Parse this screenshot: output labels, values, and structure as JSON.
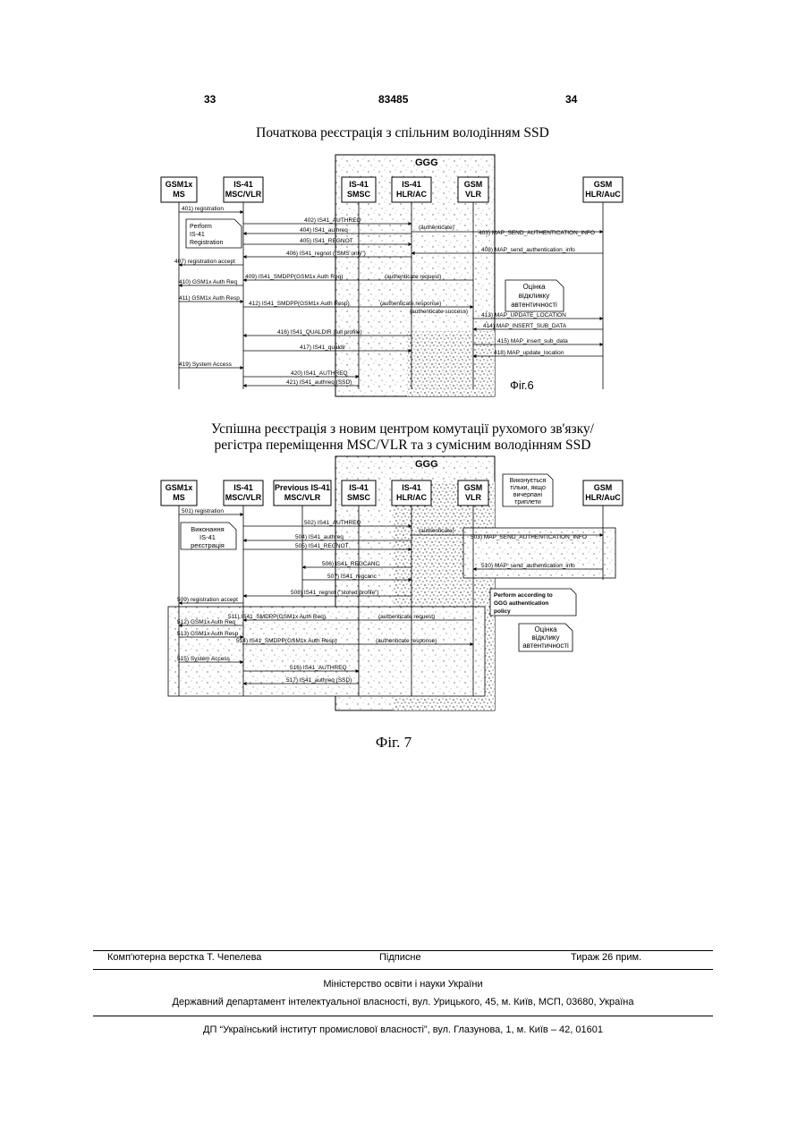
{
  "header": {
    "page_left": "33",
    "patent_number": "83485",
    "page_right": "34"
  },
  "fig6": {
    "title": "Початкова реєстрація з спільним володінням SSD",
    "group": "GGG",
    "entities": [
      {
        "l1": "GSM1x",
        "l2": "MS"
      },
      {
        "l1": "IS-41",
        "l2": "MSC/VLR"
      },
      {
        "l1": "IS-41",
        "l2": "SMSC"
      },
      {
        "l1": "IS-41",
        "l2": "HLR/AC"
      },
      {
        "l1": "GSM",
        "l2": "VLR"
      },
      {
        "l1": "GSM",
        "l2": "HLR/AuC"
      }
    ],
    "note_perform": [
      "Perform",
      "IS-41",
      "Registration"
    ],
    "note_assess": [
      "Оцінка",
      "відкликку",
      "автентичності"
    ],
    "messages": [
      "401) registration",
      "402) IS41_AUTHREQ",
      "(authenticate)",
      "403) MAP_SEND_AUTHENTICATION_INFO",
      "404) IS41_authreq",
      "405) IS41_REGNOT",
      "408) MAP_send_authentication_info",
      "406) IS41_regnot (\"SMS only\")",
      "407) registration accept",
      "409) IS41_SMDPP(GSM1x Auth Req)",
      "(authenticate request)",
      "410) GSM1x Auth Req",
      "411) GSM1x Auth Resp",
      "412) IS41_SMDPP(GSM1x Auth Resp)",
      "(authenticate response)",
      "(authenticate success)",
      "413) MAP_UPDATE_LOCATION",
      "414) MAP_INSERT_SUB_DATA",
      "416) IS41_QUALDIR (full profile)",
      "415) MAP_insert_sub_data",
      "417) IS41_qualdir",
      "418) MAP_update_location",
      "419) System Access",
      "420) IS41_AUTHREQ",
      "421) IS41_authreq (SSD)"
    ],
    "label": "Фіг.6"
  },
  "fig7": {
    "title_l1": "Успішна реєстрація з новим центром комутації рухомого зв'язку/",
    "title_l2": "регістра переміщення MSC/VLR та з сумісним володінням SSD",
    "group": "GGG",
    "entities": [
      {
        "l1": "GSM1x",
        "l2": "MS"
      },
      {
        "l1": "IS-41",
        "l2": "MSC/VLR"
      },
      {
        "l1": "Previous IS-41",
        "l2": "MSC/VLR"
      },
      {
        "l1": "IS-41",
        "l2": "SMSC"
      },
      {
        "l1": "IS-41",
        "l2": "HLR/AC"
      },
      {
        "l1": "GSM",
        "l2": "VLR"
      },
      {
        "l1": "GSM",
        "l2": "HLR/AuC"
      }
    ],
    "note_execute": [
      "Виконання",
      "IS-41",
      "реєстрація"
    ],
    "note_triplets": [
      "Виконується",
      "тільки, якщо",
      "вичерпані",
      "триплети"
    ],
    "note_perform": [
      "Perform according to",
      "GGG authentication",
      "policy"
    ],
    "note_assess": [
      "Оцінка",
      "відклику",
      "автентичності"
    ],
    "messages": [
      "501) registration",
      "502) IS41_AUTHREQ",
      "(authenticate)",
      "503) MAP_SEND_AUTHENTICATION_INFO",
      "504) IS41_authreq",
      "505) IS41_REGNOT",
      "506) IS41_REGCANC",
      "510) MAP_send_authentication_info",
      "507) IS41_regcanc",
      "508) IS41_regnot (\"stored profile\")",
      "509) registration accept",
      "511) IS41_SMDPP(GSM1x Auth Req)",
      "(authenticate request)",
      "512) GSM1x Auth Req",
      "513) GSM1x Auth Resp",
      "514) IS41_SMDPP(GSM1x Auth Resp)",
      "(authenticate response)",
      "515) System Access",
      "516) IS41_AUTHREQ",
      "517) IS41_authreq (SSD)"
    ],
    "label": "Фіг. 7"
  },
  "footer": {
    "typesetting": "Комп'ютерна верстка Т. Чепелева",
    "signed": "Підписне",
    "circulation": "Тираж 26 прим.",
    "ministry": "Міністерство освіти і науки України",
    "department": "Державний департамент інтелектуальної власності, вул. Урицького, 45, м. Київ, МСП, 03680, Україна",
    "institute": "ДП “Український інститут промислової власності”, вул. Глазунова, 1, м. Київ – 42, 01601"
  }
}
